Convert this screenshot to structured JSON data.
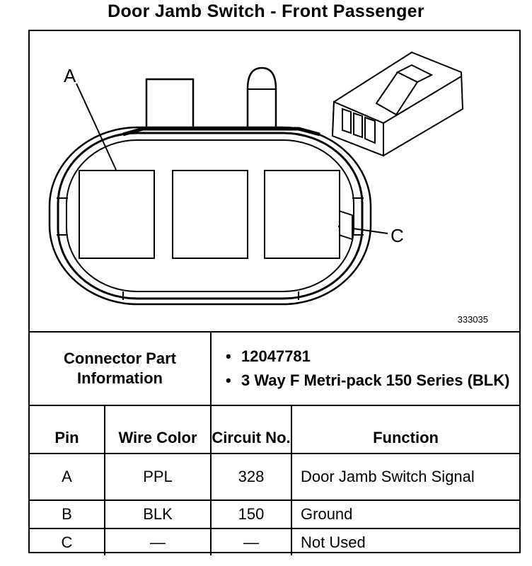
{
  "title": "Door Jamb Switch - Front Passenger",
  "diagram": {
    "figure_number": "333035",
    "callout_a": "A",
    "callout_c": "C"
  },
  "connector": {
    "label": "Connector Part Information",
    "items": [
      "12047781",
      "3 Way F Metri-pack 150 Series (BLK)"
    ],
    "bullet": "•"
  },
  "table": {
    "headers": {
      "pin": "Pin",
      "wire_color": "Wire Color",
      "circuit": "Circuit No.",
      "function": "Function"
    },
    "rows": [
      {
        "pin": "A",
        "wire_color": "PPL",
        "circuit": "328",
        "function": "Door Jamb Switch Signal"
      },
      {
        "pin": "B",
        "wire_color": "BLK",
        "circuit": "150",
        "function": "Ground"
      },
      {
        "pin": "C",
        "wire_color": "—",
        "circuit": "—",
        "function": "Not Used"
      }
    ]
  }
}
